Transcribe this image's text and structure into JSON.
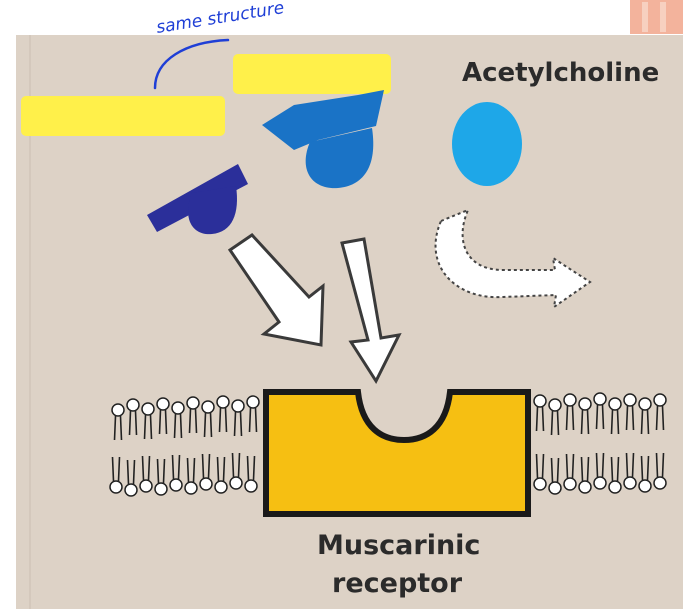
{
  "annotation": {
    "text": "same structure",
    "color": "#1f3fd6"
  },
  "labels": {
    "acetylcholine": "Acetylcholine",
    "receptor_line1": "Muscarinic",
    "receptor_line2": "receptor"
  },
  "colors": {
    "background": "#ddd2c6",
    "dark_ligand": "#2b2f9a",
    "mid_ligand": "#1a73c6",
    "light_ligand": "#1ea7e8",
    "receptor": "#f6bf12",
    "highlight": "#fff04a",
    "corner_accent": "#f3b39c"
  },
  "icons": {
    "arrows": "down-arrow-icon",
    "rejected": "curved-dotted-arrow-icon"
  }
}
